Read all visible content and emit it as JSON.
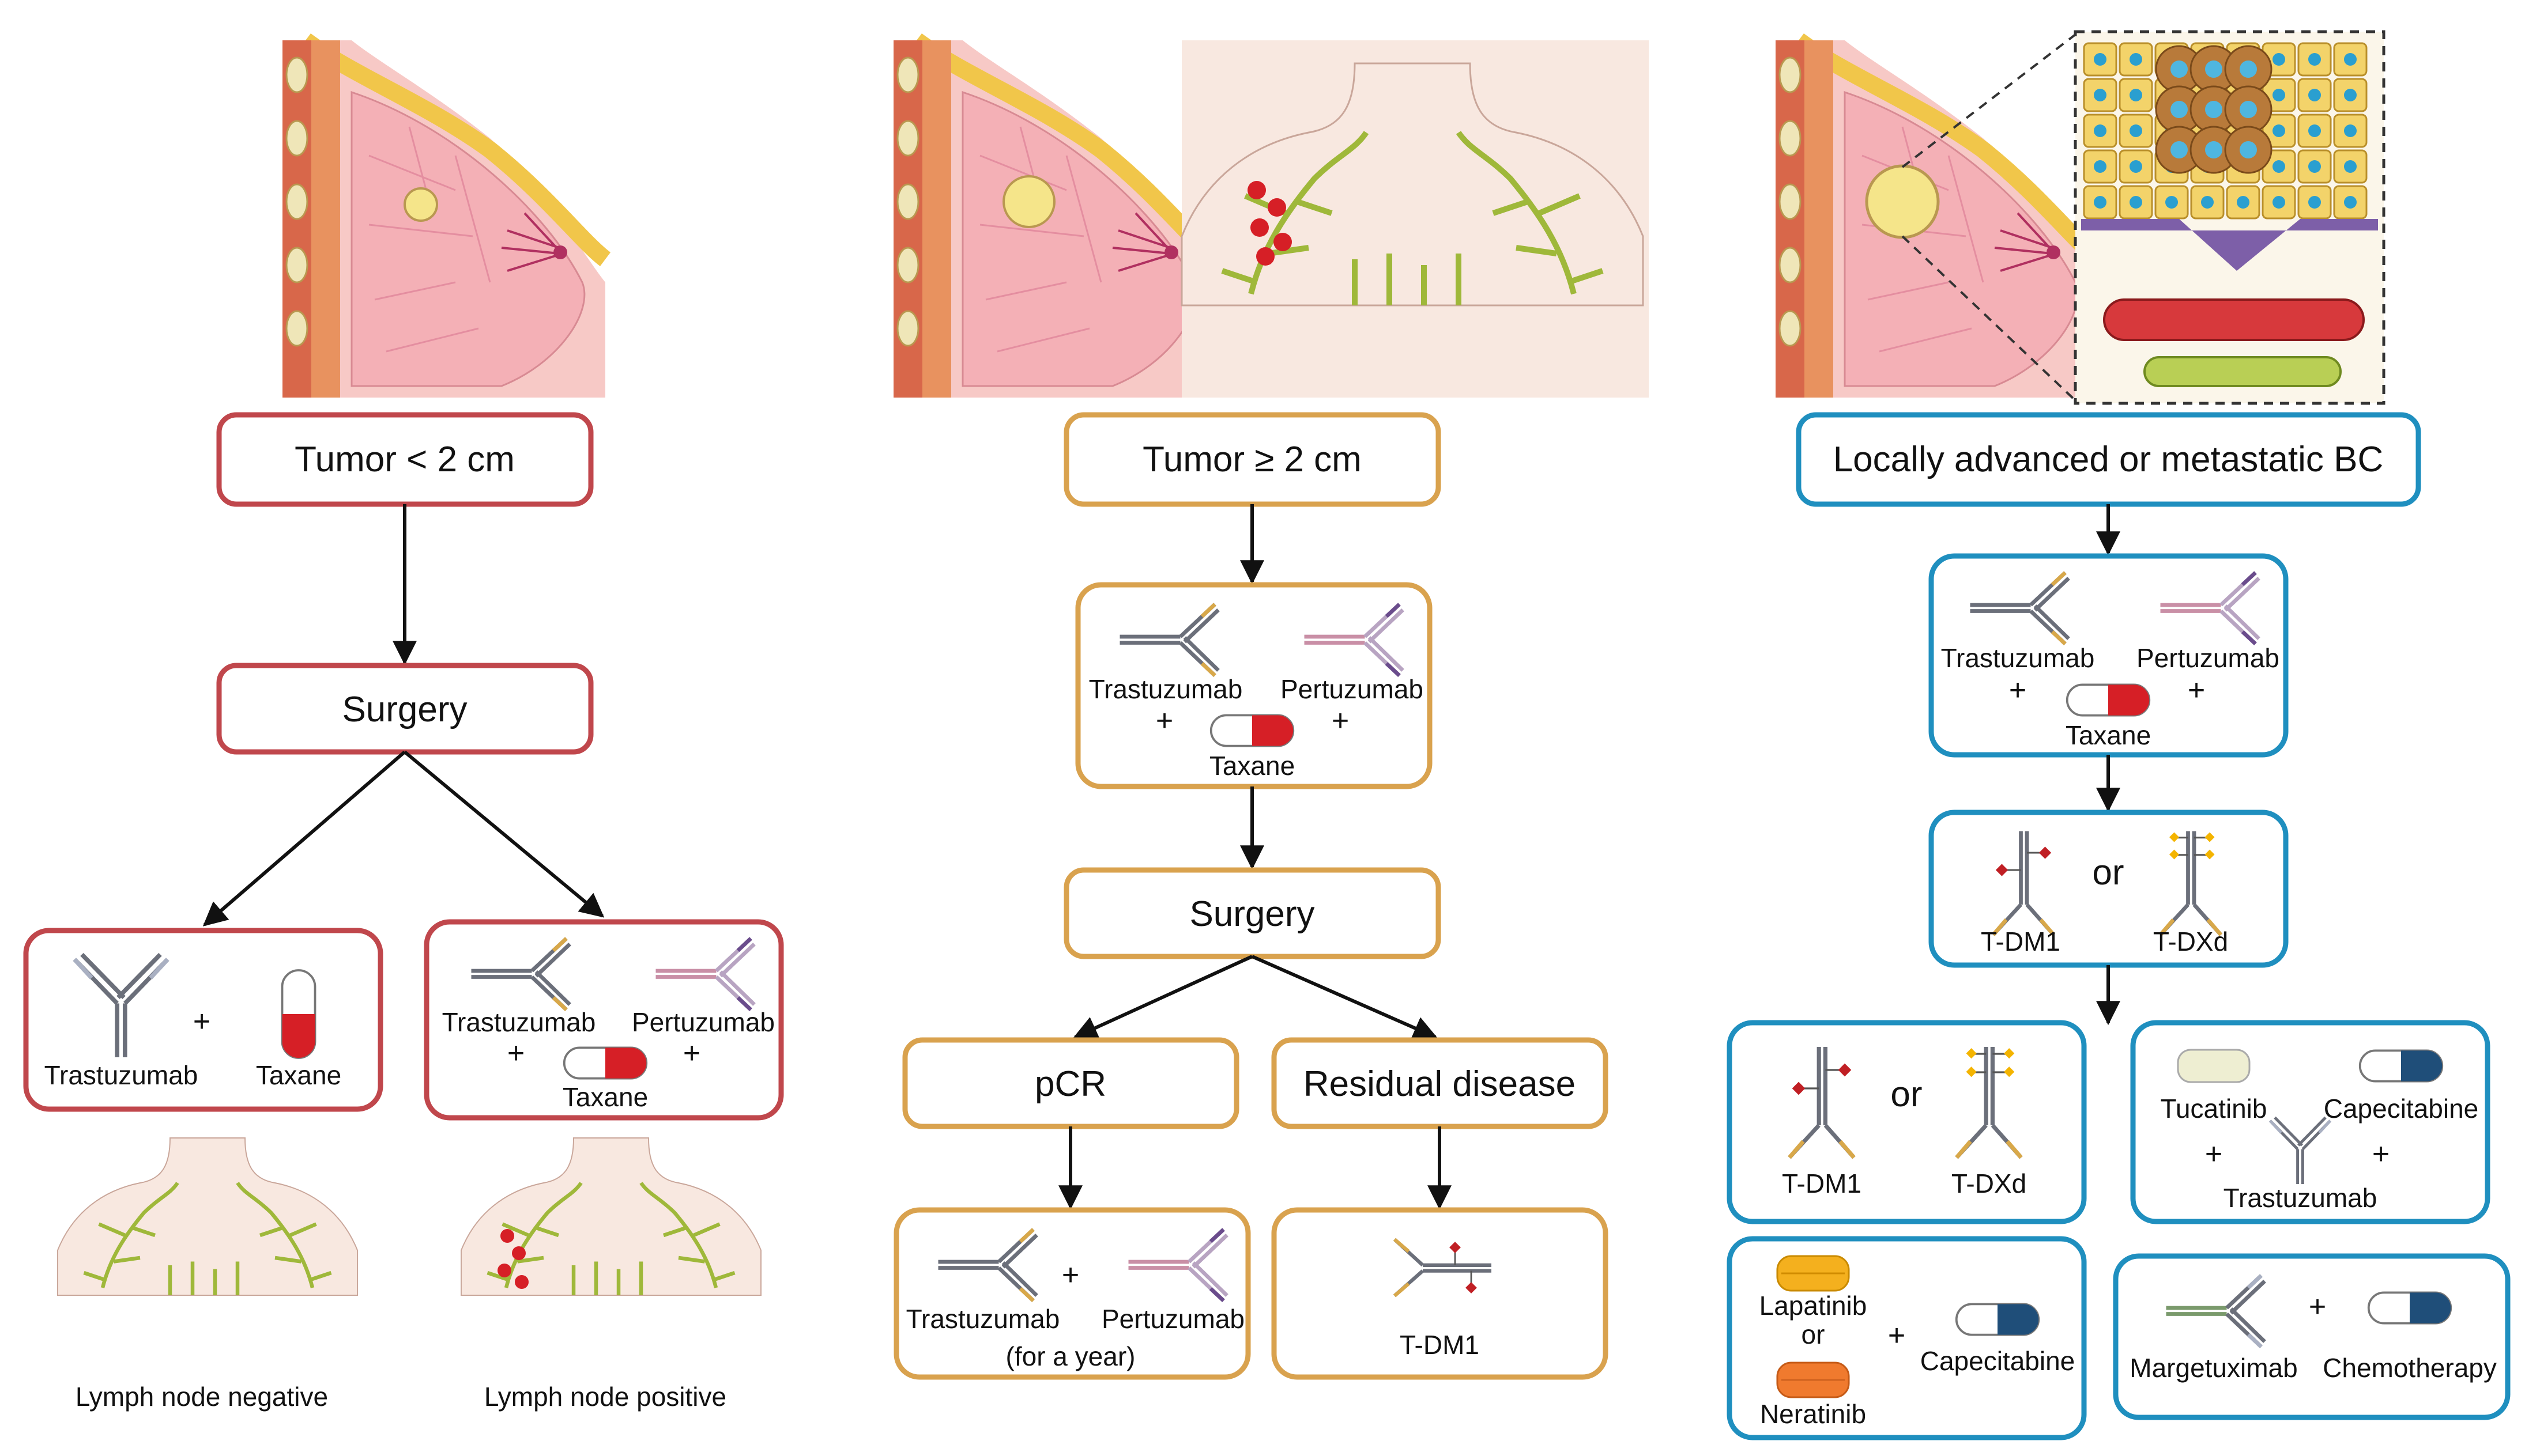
{
  "colors": {
    "red": "#c0474c",
    "gold": "#d9a24e",
    "blue": "#1f8fbf",
    "arrow": "#111111"
  },
  "left": {
    "title": "Tumor < 2 cm",
    "surgery": "Surgery",
    "box_a": {
      "antibody": "Trastuzumab",
      "plus": "+",
      "drug": "Taxane"
    },
    "box_b": {
      "antibody1": "Trastuzumab",
      "antibody2": "Pertuzumab",
      "plus": "+",
      "drug": "Taxane"
    },
    "node_neg": "Lymph node negative",
    "node_pos": "Lymph node positive"
  },
  "middle": {
    "title": "Tumor ≥ 2 cm",
    "neoadj": {
      "antibody1": "Trastuzumab",
      "antibody2": "Pertuzumab",
      "plus": "+",
      "drug": "Taxane"
    },
    "surgery": "Surgery",
    "pcr": "pCR",
    "residual": "Residual disease",
    "pcr_tx": {
      "antibody1": "Trastuzumab",
      "plus": "+",
      "antibody2": "Pertuzumab",
      "duration": "(for a year)"
    },
    "residual_tx": {
      "drug": "T-DM1"
    }
  },
  "right": {
    "title": "Locally advanced or metastatic BC",
    "first": {
      "antibody1": "Trastuzumab",
      "antibody2": "Pertuzumab",
      "plus": "+",
      "drug": "Taxane"
    },
    "second": {
      "adc1": "T-DM1",
      "or": "or",
      "adc2": "T-DXd"
    },
    "third_a": {
      "adc1": "T-DM1",
      "or": "or",
      "adc2": "T-DXd"
    },
    "third_b": {
      "drug1": "Tucatinib",
      "drug2": "Capecitabine",
      "plus": "+",
      "antibody": "Trastuzumab"
    },
    "third_c": {
      "drug1": "Lapatinib",
      "or": "or",
      "drug2": "Neratinib",
      "plus": "+",
      "drug3": "Capecitabine"
    },
    "third_d": {
      "antibody": "Margetuximab",
      "plus": "+",
      "drug": "Chemotherapy"
    }
  },
  "icons": [
    "breast-tumor-icon",
    "lymph-torso-icon",
    "antibody-icon",
    "capsule-icon",
    "tablet-icon",
    "adc-icon",
    "metastasis-inset-icon"
  ]
}
